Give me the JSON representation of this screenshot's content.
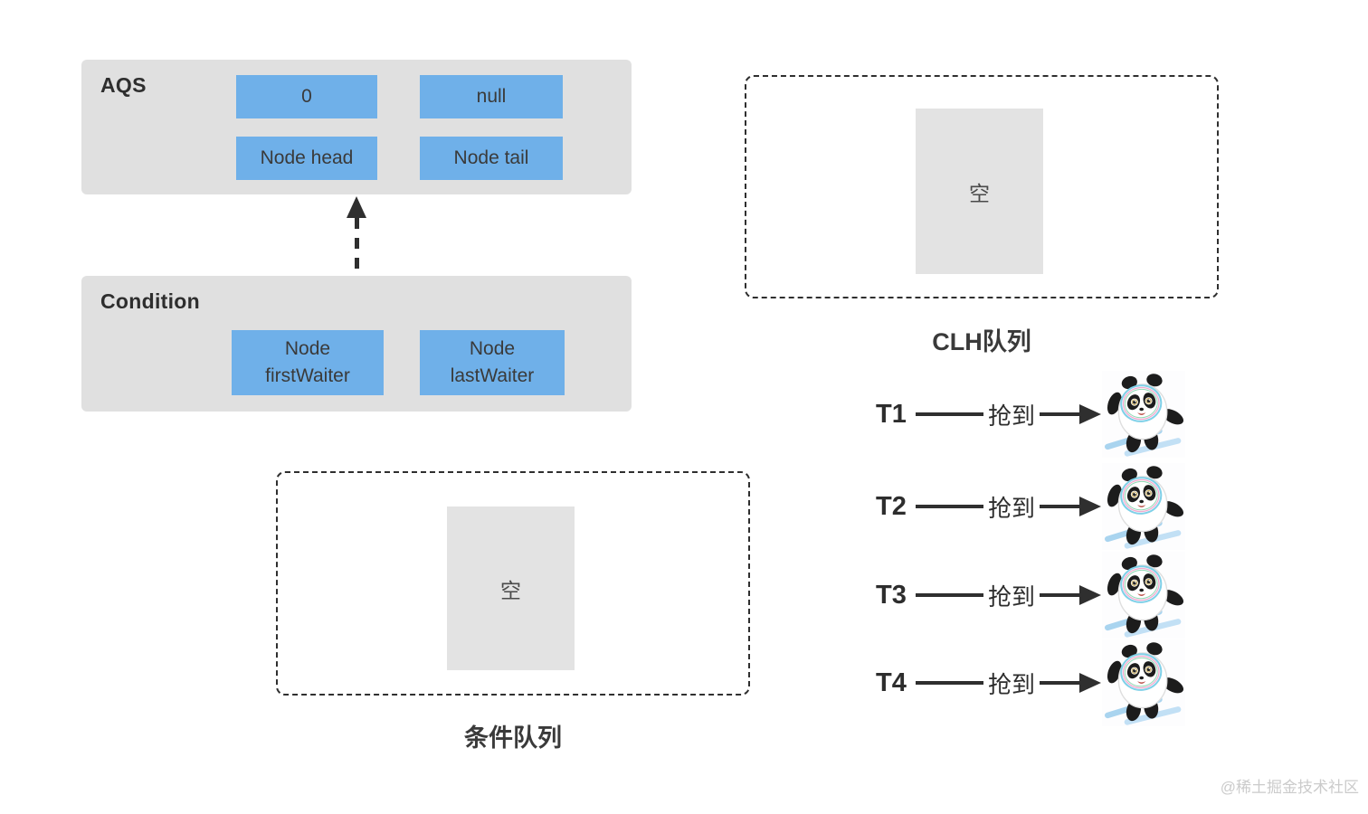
{
  "colors": {
    "node_fill": "#6fb0e9",
    "panel_fill": "#e0e0e0",
    "empty_fill": "#e3e3e3",
    "line_dark": "#2f2f2f",
    "text_dark": "#333333",
    "watermark_gray": "#cbcbcb",
    "ski_blue": "#a9d4ef"
  },
  "aqs_panel": {
    "title": "AQS",
    "cells": [
      "0",
      "null",
      "Node head",
      "Node tail"
    ]
  },
  "condition_panel": {
    "title": "Condition",
    "cells": [
      {
        "line1": "Node",
        "line2": "firstWaiter"
      },
      {
        "line1": "Node",
        "line2": "lastWaiter"
      }
    ]
  },
  "clh_queue": {
    "empty_label": "空",
    "caption": "CLH队列"
  },
  "condition_queue": {
    "empty_label": "空",
    "caption": "条件队列"
  },
  "threads": [
    {
      "label": "T1",
      "arrow_label": "抢到",
      "target_icon": "panda-mascot"
    },
    {
      "label": "T2",
      "arrow_label": "抢到",
      "target_icon": "panda-mascot"
    },
    {
      "label": "T3",
      "arrow_label": "抢到",
      "target_icon": "panda-mascot"
    },
    {
      "label": "T4",
      "arrow_label": "抢到",
      "target_icon": "panda-mascot"
    }
  ],
  "watermark": {
    "text": "@稀土掘金技术社区"
  }
}
